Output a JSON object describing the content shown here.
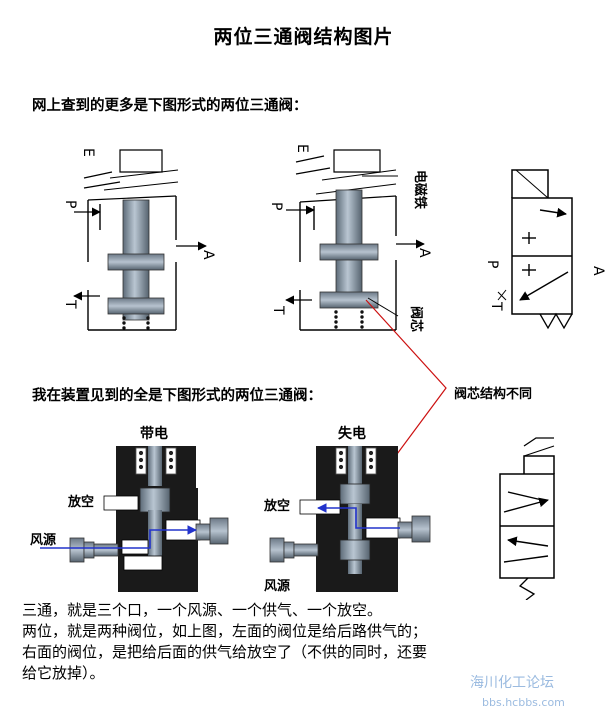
{
  "title": "两位三通阀结构图片",
  "subtitle_top": "网上查到的更多是下图形式的两位三通阀：",
  "subtitle_bottom": "我在装置见到的全是下图形式的两位三通阀：",
  "labels": {
    "e_left": "E",
    "p_left": "P",
    "a_left": "A",
    "t_left": "T",
    "e_mid": "E",
    "p_mid": "P",
    "a_mid": "A",
    "t_mid": "T",
    "electromagnet": "电磁铁",
    "valve_core": "阀芯",
    "p_sym": "P",
    "a_sym": "A",
    "t_sym": "T",
    "core_diff": "阀芯结构不同",
    "energized": "带电",
    "deenergized": "失电",
    "vent_left": "放空",
    "supply_left": "风源",
    "vent_right": "放空",
    "supply_right": "风源"
  },
  "description": [
    "三通，就是三个口，一个风源、一个供气、一个放空。",
    "两位，就是两种阀位，如上图，左面的阀位是给后路供气的；",
    "右面的阀位，是把给后面的供气给放空了（不供的同时，还要",
    "给它放掉）。"
  ],
  "watermark": {
    "name": "海川化工论坛",
    "url": "bbs.hcbbs.com"
  },
  "colors": {
    "steel": "#8a9aa8",
    "body": "#1a1a1a",
    "flow": "#2233cc",
    "callout": "#cc1111"
  }
}
